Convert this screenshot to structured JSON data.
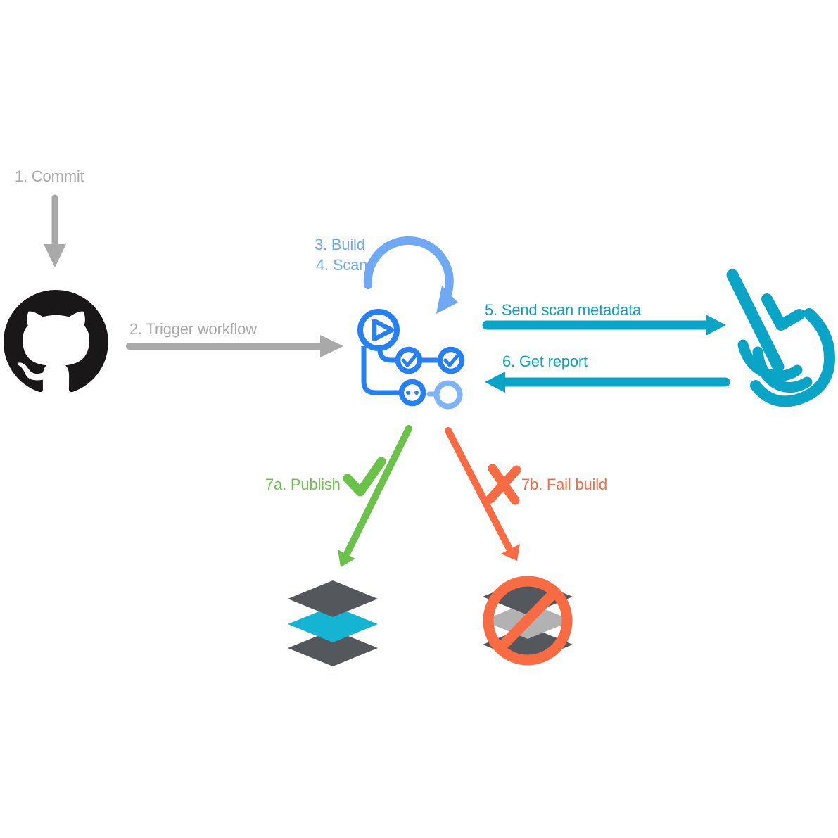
{
  "diagram": {
    "labels": {
      "step1": "1. Commit",
      "step2": "2. Trigger workflow",
      "step3": "3. Build",
      "step4": "4. Scan",
      "step5": "5. Send scan metadata",
      "step6": "6. Get report",
      "step7a": "7a. Publish",
      "step7b": "7b. Fail build"
    },
    "colors": {
      "gray": "#a9a9a9",
      "github_black": "#191717",
      "actions_blue": "#2580f6",
      "light_blue": "#6fa8f3",
      "pale_blue": "#7fb3f8",
      "teal": "#0aa5c6",
      "green": "#6bc24b",
      "orange": "#f96b42",
      "layer_dark": "#54575c",
      "layer_teal": "#14b4d2",
      "layer_gray": "#b2b2b2"
    },
    "icons": [
      "github-logo",
      "github-actions-icon",
      "anchore-icon",
      "publish-checkmark-icon",
      "fail-x-icon",
      "registry-layers-icon",
      "blocked-layers-icon"
    ]
  }
}
